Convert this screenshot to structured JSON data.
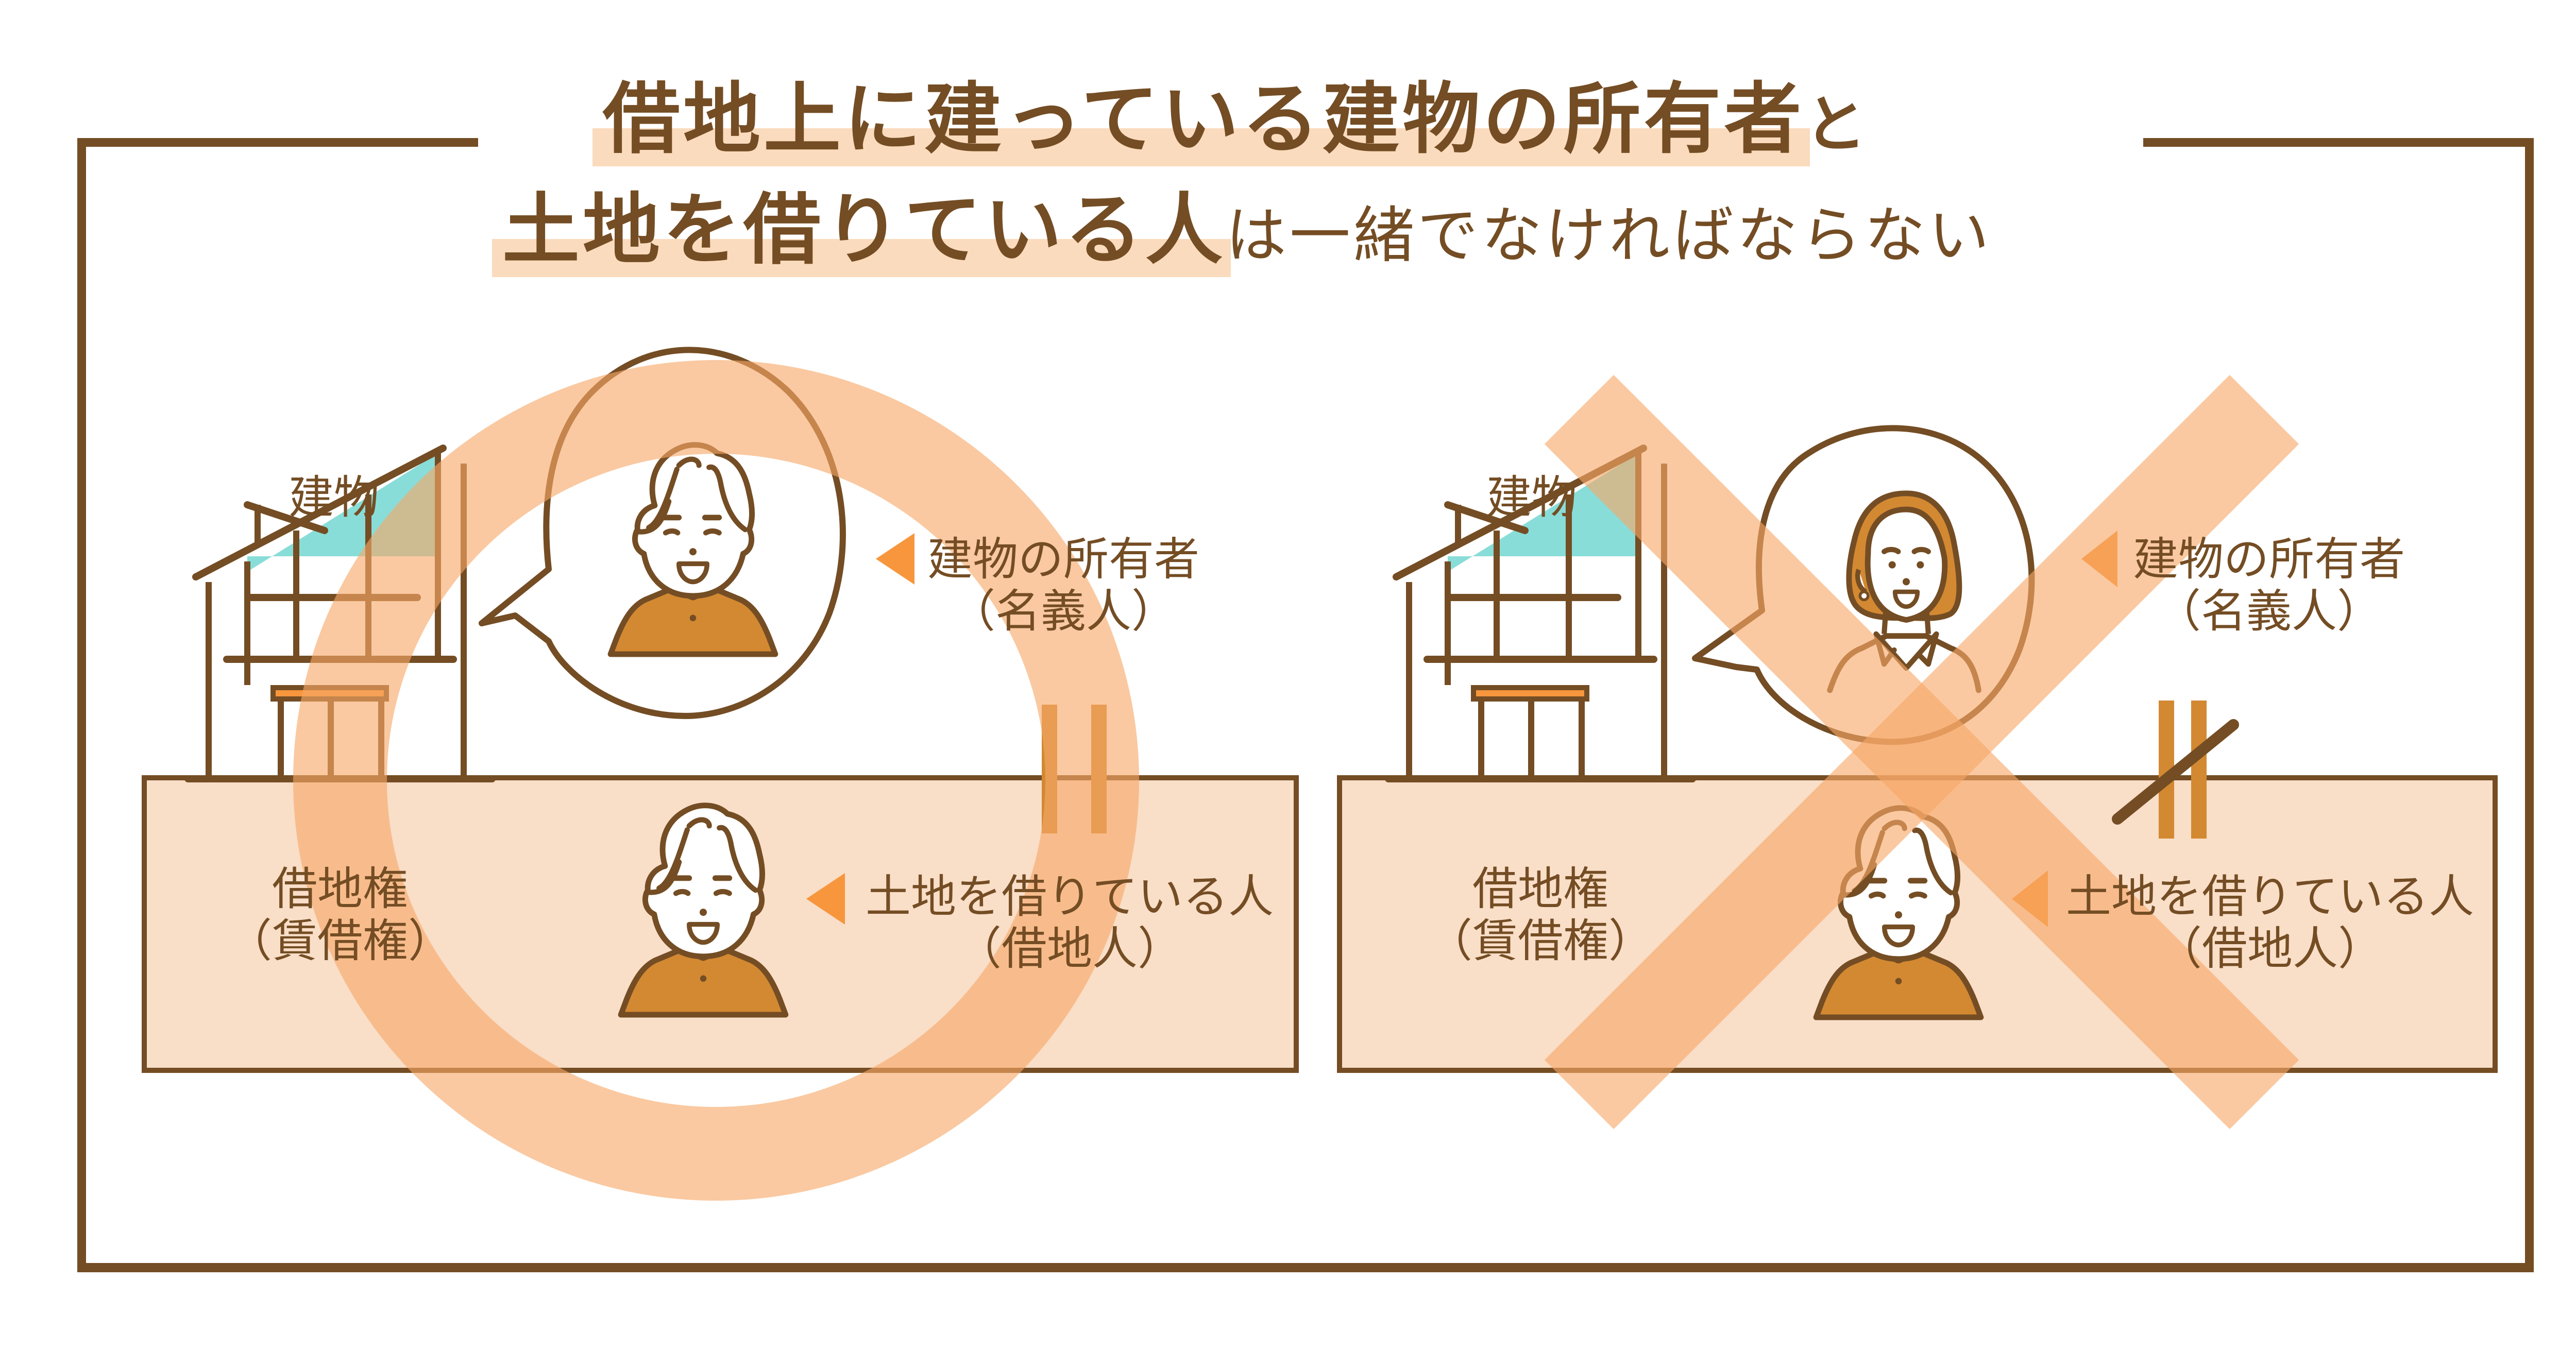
{
  "title": {
    "line1_highlight": "借地上に建っている建物の所有者",
    "line1_rest": "と",
    "line2_highlight": "土地を借りている人",
    "line2_rest": "は一緒でなければならない"
  },
  "panels": [
    {
      "id": "correct",
      "verdict_symbol": "circle-ok",
      "building_label": "建物",
      "owner_label": "建物の所有者",
      "owner_sub": "（名義人）",
      "tenant_label": "土地を借りている人",
      "tenant_sub": "（借地人）",
      "land_label": "借地権",
      "land_sub": "（賃借権）",
      "relation": "equal",
      "owner_person": "man",
      "tenant_person": "man"
    },
    {
      "id": "incorrect",
      "verdict_symbol": "cross-ng",
      "building_label": "建物",
      "owner_label": "建物の所有者",
      "owner_sub": "（名義人）",
      "tenant_label": "土地を借りている人",
      "tenant_sub": "（借地人）",
      "land_label": "借地権",
      "land_sub": "（賃借権）",
      "relation": "not-equal",
      "owner_person": "woman",
      "tenant_person": "man"
    }
  ],
  "colors": {
    "brown": "#744d24",
    "land_fill": "#f9dec8",
    "highlight": "#fbdbbd",
    "symbol_overlay": "#f7a867",
    "arrow": "#f7963d",
    "shirt": "#d38932",
    "window": "#89ddd8",
    "door_bar": "#f7963d"
  }
}
